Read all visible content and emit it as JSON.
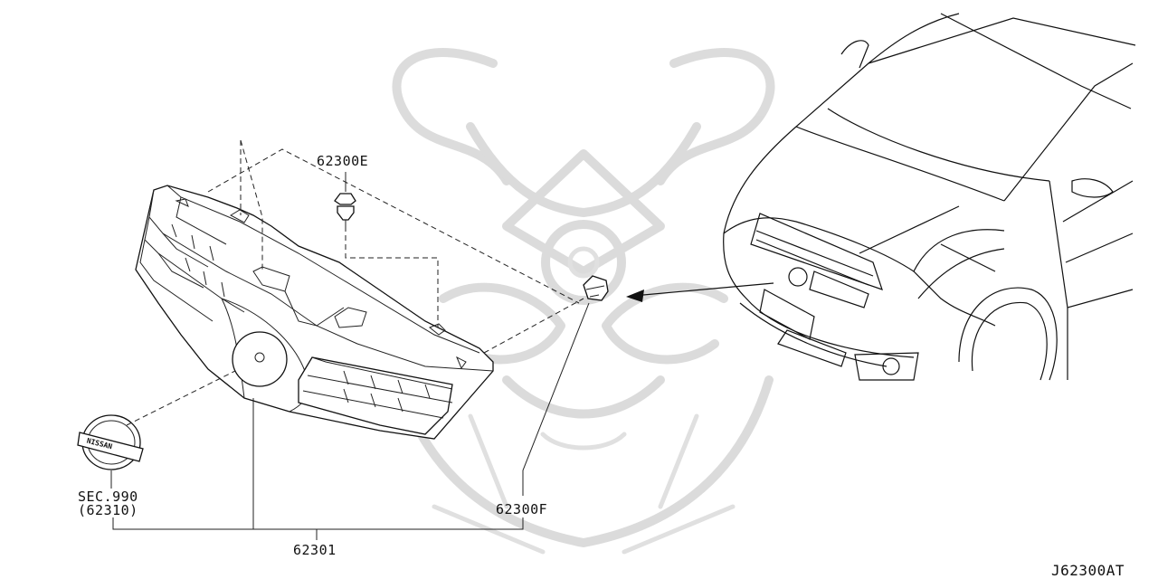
{
  "labels": {
    "part_62300e": "62300E",
    "part_62300f": "62300F",
    "part_62301": "62301",
    "sec_ref": "SEC.990",
    "sec_part": "(62310)",
    "diagram_code": "J62300AT"
  },
  "emblem": {
    "text": "NISSAN"
  }
}
